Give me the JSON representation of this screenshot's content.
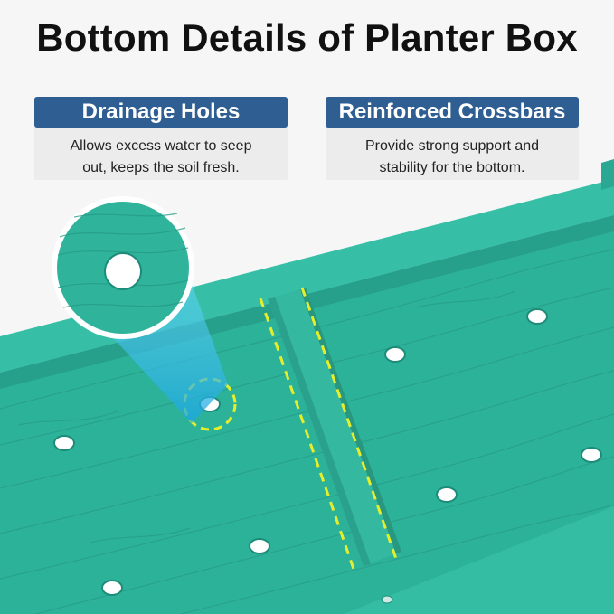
{
  "title": "Bottom Details of Planter Box",
  "features": [
    {
      "heading": "Drainage Holes",
      "lines": [
        "Allows excess water to seep",
        "out, keeps the soil fresh."
      ]
    },
    {
      "heading": "Reinforced Crossbars",
      "lines": [
        "Provide strong support and",
        "stability for the bottom."
      ]
    }
  ],
  "colors": {
    "wood": "#2fb39a",
    "wood_dark": "#239684",
    "header_bg": "#2f5e92",
    "highlight": "#e6ee2c",
    "callout_blue": "#29b6e8"
  }
}
